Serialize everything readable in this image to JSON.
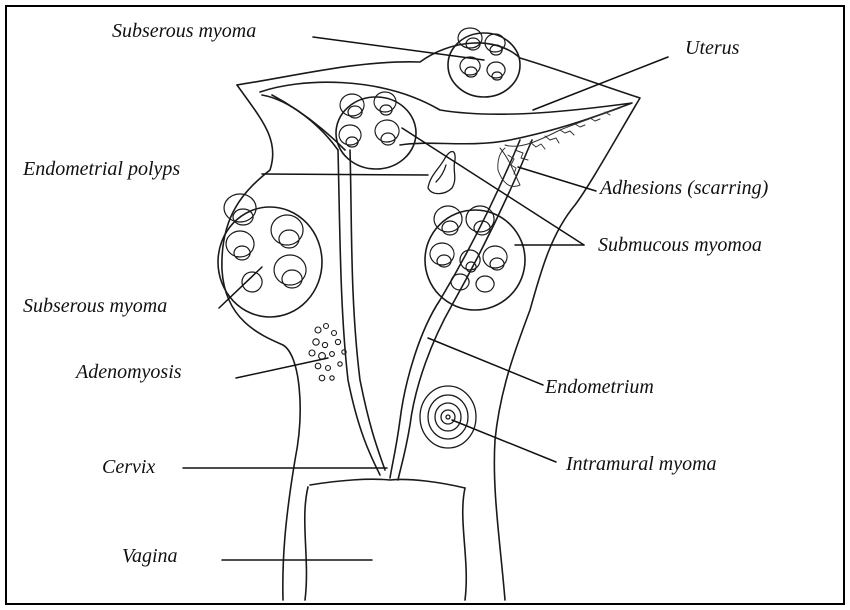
{
  "diagram": {
    "labels": {
      "subserous_top": "Subserous myoma",
      "uterus": "Uterus",
      "endometrial_polyps": "Endometrial polyps",
      "adhesions": "Adhesions (scarring)",
      "submucous": "Submucous myomoa",
      "subserous_left": "Subserous myoma",
      "adenomyosis": "Adenomyosis",
      "endometrium": "Endometrium",
      "cervix": "Cervix",
      "intramural": "Intramural myoma",
      "vagina": "Vagina"
    },
    "colors": {
      "ink": "#1a1a1a",
      "background": "#ffffff"
    }
  }
}
